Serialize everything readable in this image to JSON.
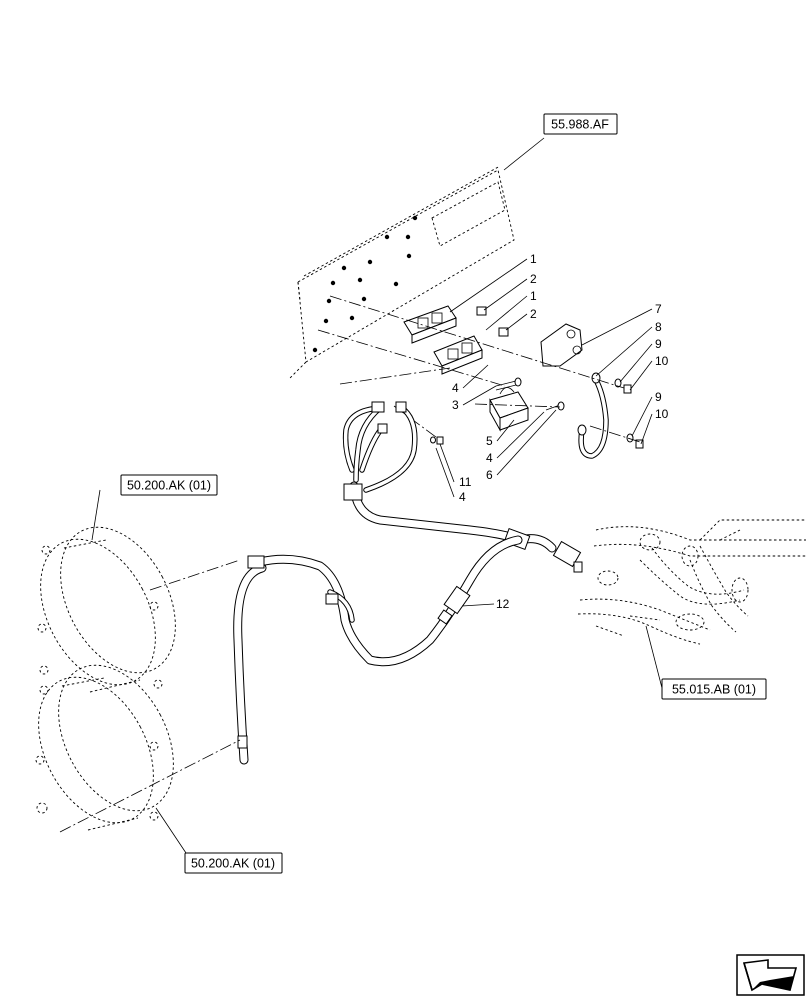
{
  "references": {
    "panel": "55.988.AF",
    "lamp_upper": "50.200.AK (01)",
    "lamp_lower": "50.200.AK (01)",
    "main_harness": "55.015.AB (01)"
  },
  "callouts": {
    "c1a": "1",
    "c2a": "2",
    "c1b": "1",
    "c2b": "2",
    "c7": "7",
    "c8": "8",
    "c9a": "9",
    "c10a": "10",
    "c9b": "9",
    "c10b": "10",
    "c4a": "4",
    "c3": "3",
    "c5": "5",
    "c4b": "4",
    "c6": "6",
    "c11": "11",
    "c4c": "4",
    "c12": "12"
  },
  "icons": {
    "nav": "next-page-arrow-icon"
  }
}
